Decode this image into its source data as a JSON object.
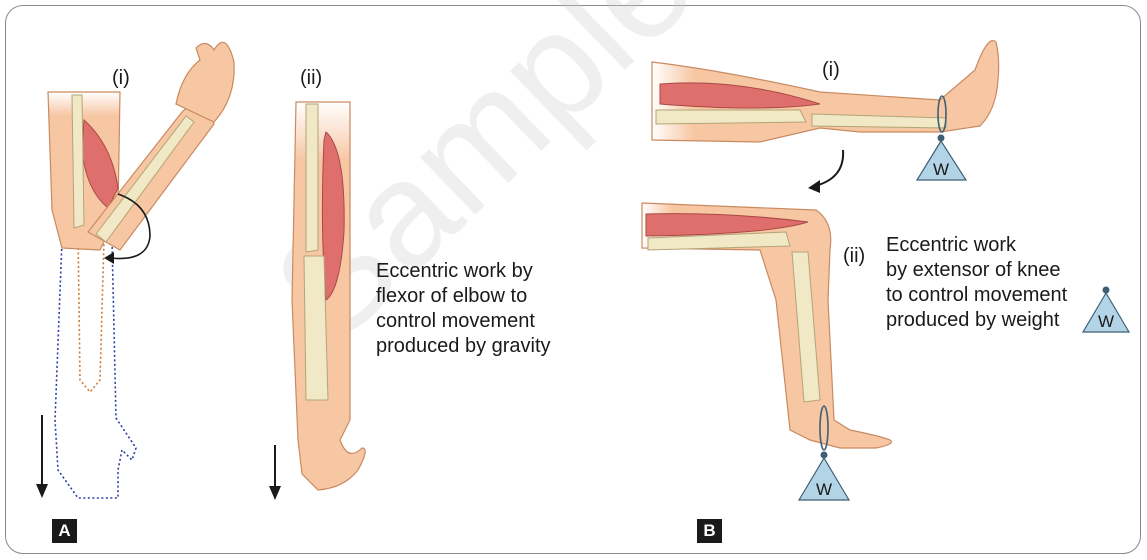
{
  "watermark": "Sample Pa",
  "panel_a": {
    "badge": "A",
    "label_i": "(i)",
    "label_ii": "(ii)",
    "caption": [
      "Eccentric work by",
      "flexor of elbow to",
      "control movement",
      "produced by gravity"
    ]
  },
  "panel_b": {
    "badge": "B",
    "label_i": "(i)",
    "label_ii": "(ii)",
    "caption": [
      "Eccentric work",
      "by extensor of knee",
      "to control movement",
      "produced by weight"
    ],
    "weight_label": "W"
  },
  "colors": {
    "skin": "#f7c7a4",
    "skin_outline": "#c98a60",
    "muscle": "#df6f6c",
    "bone": "#f1e8c6",
    "bone_outline": "#b3a476",
    "weight_fill": "#b3d3e6",
    "weight_outline": "#3f5f74",
    "dotted_outline_blue": "#2b3ea8",
    "dotted_outline_orange": "#d27a2e"
  }
}
